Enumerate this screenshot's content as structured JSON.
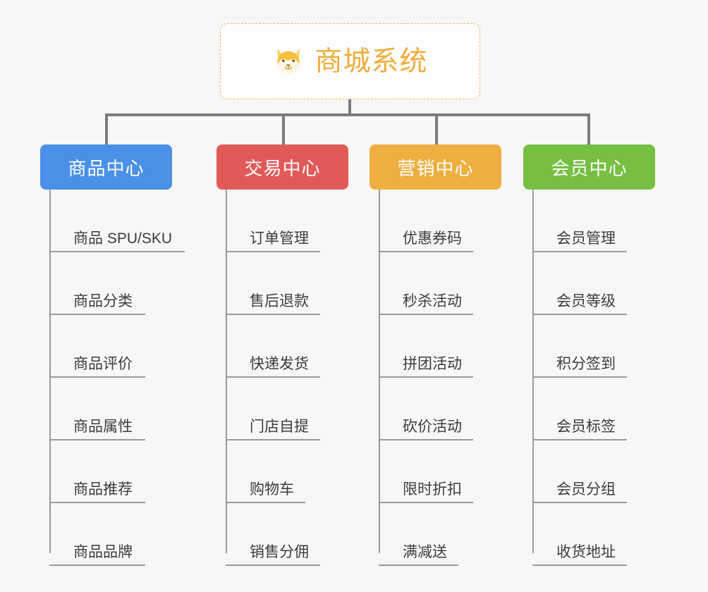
{
  "root": {
    "title": "商城系统",
    "icon": "shiba-dog-icon",
    "border_color": "#f0b95a",
    "text_color": "#f0ad3c"
  },
  "connector_color": "#7b7b7b",
  "branches": [
    {
      "label": "商品中心",
      "color": "#4a90e8",
      "items": [
        "商品 SPU/SKU",
        "商品分类",
        "商品评价",
        "商品属性",
        "商品推荐",
        "商品品牌"
      ]
    },
    {
      "label": "交易中心",
      "color": "#e25a58",
      "items": [
        "订单管理",
        "售后退款",
        "快递发货",
        "门店自提",
        "购物车",
        "销售分佣"
      ]
    },
    {
      "label": "营销中心",
      "color": "#eeaf40",
      "items": [
        "优惠券码",
        "秒杀活动",
        "拼团活动",
        "砍价活动",
        "限时折扣",
        "满减送"
      ]
    },
    {
      "label": "会员中心",
      "color": "#76bf43",
      "items": [
        "会员管理",
        "会员等级",
        "积分签到",
        "会员标签",
        "会员分组",
        "收货地址"
      ]
    }
  ]
}
